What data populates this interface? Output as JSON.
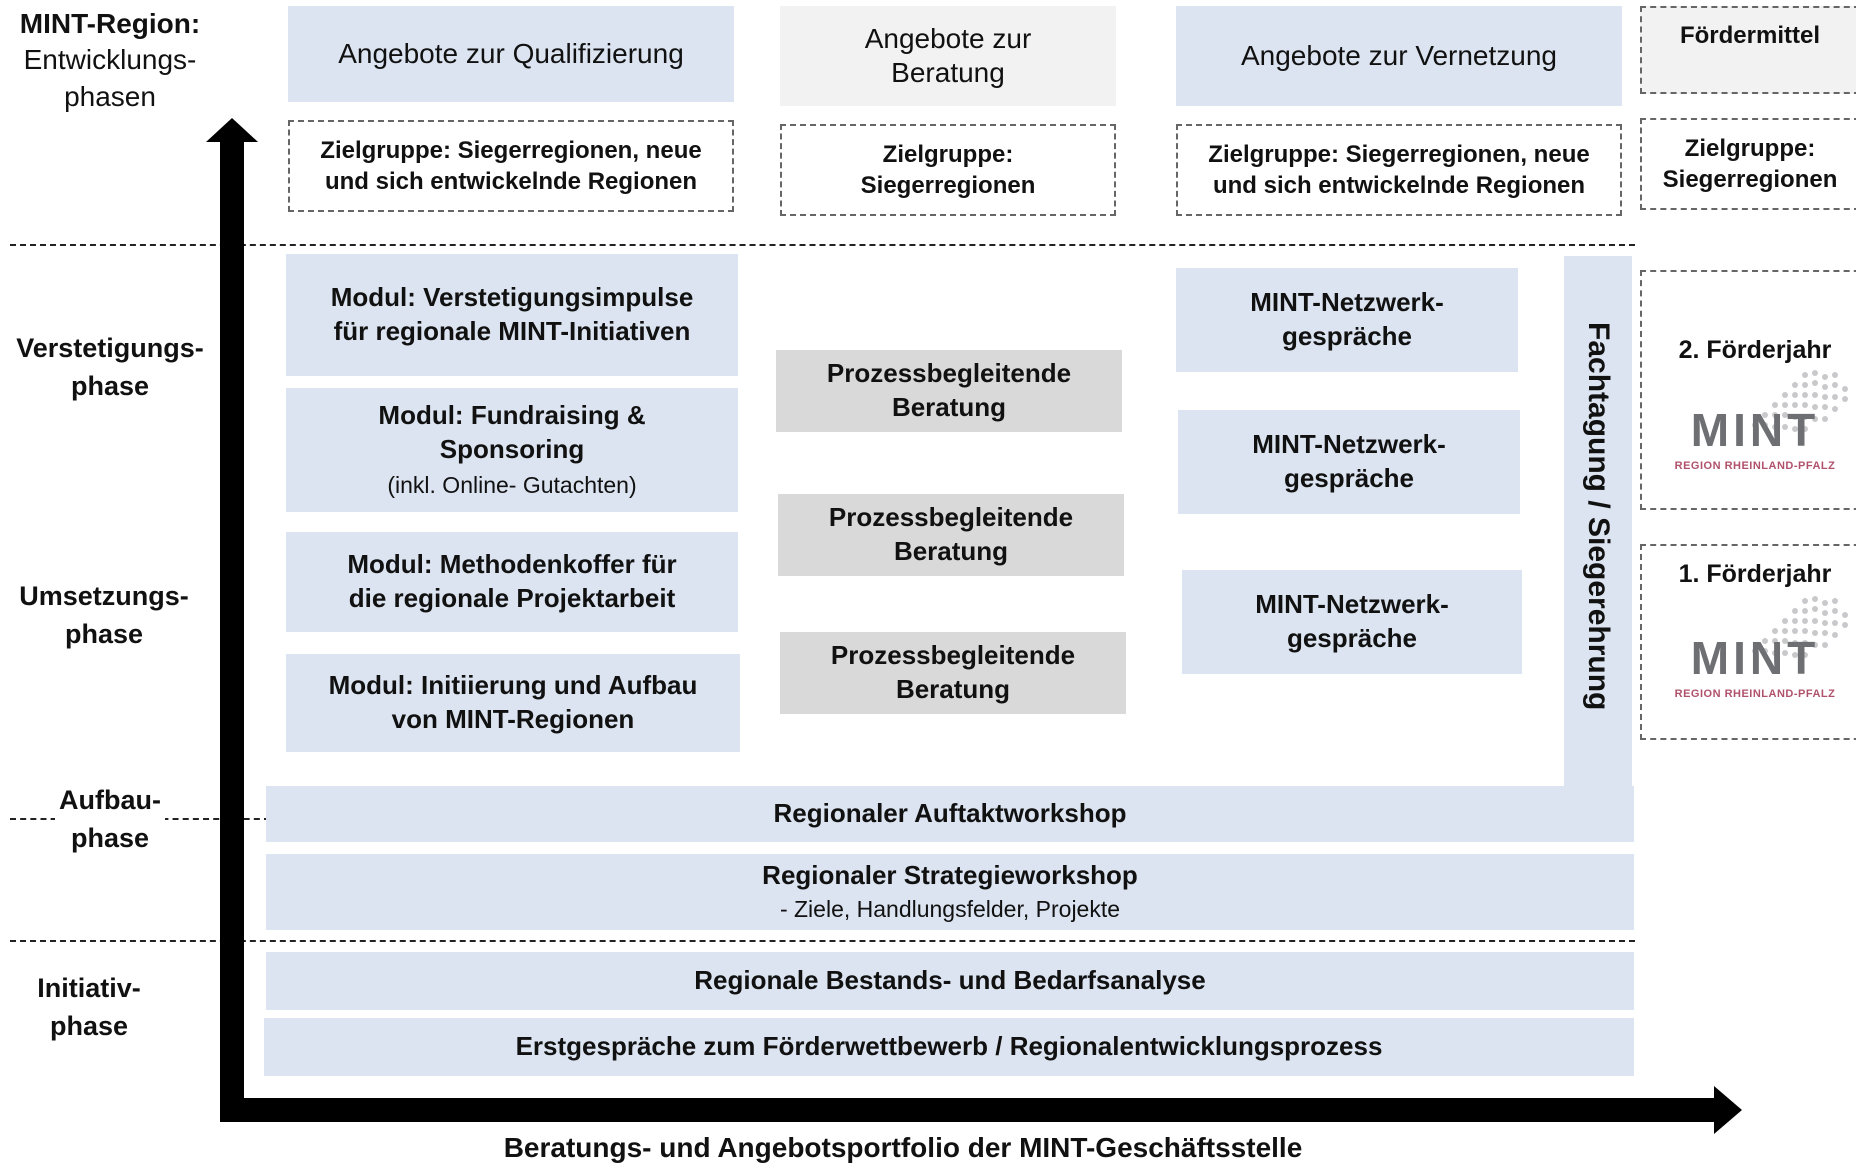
{
  "corner": {
    "title": "MINT-Region:",
    "subtitle_line1": "Entwicklungs-",
    "subtitle_line2": "phasen"
  },
  "columns": {
    "qualifizierung": {
      "header": "Angebote zur Qualifizierung",
      "target_line1": "Zielgruppe: Siegerregionen, neue",
      "target_line2": "und sich entwickelnde Regionen"
    },
    "beratung": {
      "header_line1": "Angebote zur",
      "header_line2": "Beratung",
      "target_line1": "Zielgruppe:",
      "target_line2": "Siegerregionen"
    },
    "vernetzung": {
      "header": "Angebote zur Vernetzung",
      "target_line1": "Zielgruppe: Siegerregionen, neue",
      "target_line2": "und sich entwickelnde Regionen"
    },
    "foerdermittel": {
      "header": "Fördermittel",
      "target_line1": "Zielgruppe:",
      "target_line2": "Siegerregionen"
    }
  },
  "phases": {
    "verstetigung_line1": "Verstetigungs-",
    "verstetigung_line2": "phase",
    "umsetzung_line1": "Umsetzungs-",
    "umsetzung_line2": "phase",
    "aufbau_line1": "Aufbau-",
    "aufbau_line2": "phase",
    "initiativ_line1": "Initiativ-",
    "initiativ_line2": "phase"
  },
  "modules": {
    "m1_line1": "Modul: Verstetigungsimpulse",
    "m1_line2": "für regionale MINT-Initiativen",
    "m2_line1": "Modul: Fundraising &",
    "m2_line2": "Sponsoring",
    "m2_note": "(inkl. Online- Gutachten)",
    "m3_line1": "Modul: Methodenkoffer für",
    "m3_line2": "die regionale Projektarbeit",
    "m4_line1": "Modul:  Initiierung und Aufbau",
    "m4_line2": "von MINT-Regionen"
  },
  "beratung_items": {
    "line1": "Prozessbegleitende",
    "line2": "Beratung"
  },
  "netzwerk_items": {
    "line1": "MINT-Netzwerk-",
    "line2": "gespräche"
  },
  "fachtagung": "Fachtagung / Siegerehrung",
  "foerderjahre": {
    "year2": "2. Förderjahr",
    "year1": "1. Förderjahr",
    "logo_word": "MINT",
    "logo_sub": "REGION RHEINLAND-PFALZ"
  },
  "workshops": {
    "auftakt": "Regionaler Auftaktworkshop",
    "strategie": "Regionaler Strategieworkshop",
    "strategie_note": "- Ziele, Handlungsfelder, Projekte",
    "bestand": "Regionale Bestands- und Bedarfsanalyse",
    "erstgespraeche": "Erstgespräche zum Förderwettbewerb / Regionalentwicklungsprozess"
  },
  "x_axis_label": "Beratungs- und Angebotsportfolio der MINT-Geschäftsstelle",
  "colors": {
    "box_blue": "#dbe4f0",
    "box_grey": "#d9d9d9",
    "logo_grey": "#6d6f73",
    "logo_pink": "#b0526b"
  }
}
